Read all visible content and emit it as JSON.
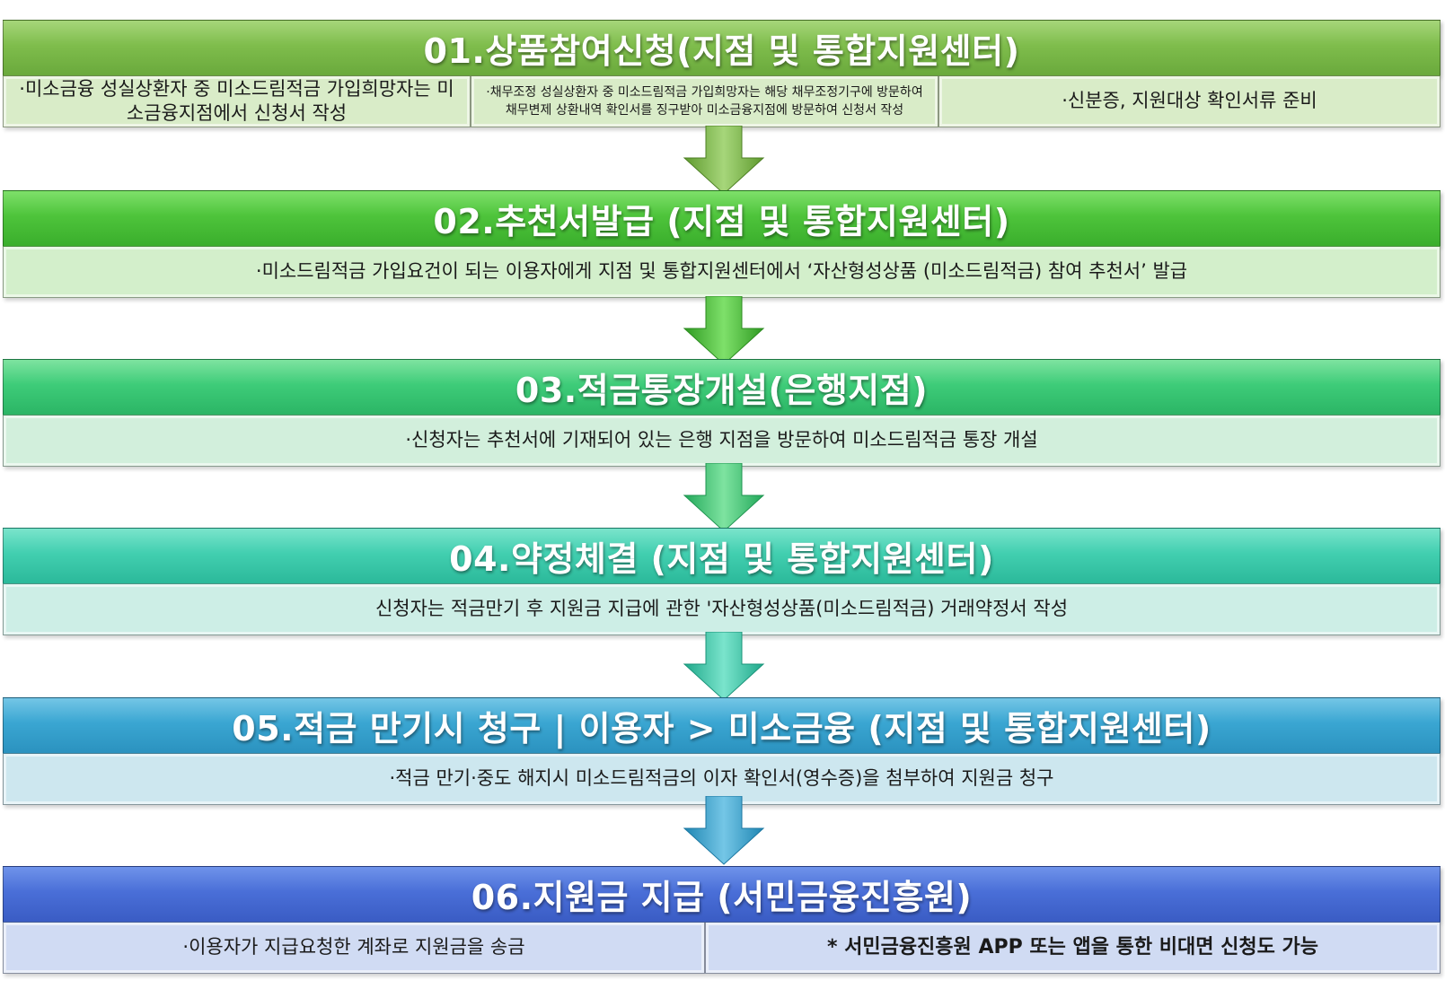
{
  "steps": [
    {
      "title": "01.상품참여신청(지점 및 통합지원센터)",
      "cells": [
        "·미소금융 성실상환자 중 미소드림적금 가입희망자는 미소금융지점에서 신청서 작성",
        "·채무조정 성실상환자 중 미소드림적금 가입희망자는 해당 채무조정기구에 방문하여 채무변제 상환내역 확인서를 징구받아 미소금융지점에 방문하여 신청서 작성",
        "·신분증, 지원대상 확인서류 준비"
      ]
    },
    {
      "title": "02.추천서발급 (지점 및 통합지원센터)",
      "cells": [
        "·미소드림적금 가입요건이 되는 이용자에게 지점 및 통합지원센터에서 ‘자산형성상품 (미소드림적금) 참여 추천서’ 발급"
      ]
    },
    {
      "title": "03.적금통장개설(은행지점)",
      "cells": [
        "·신청자는 추천서에 기재되어 있는 은행 지점을 방문하여 미소드림적금 통장 개설"
      ]
    },
    {
      "title": "04.약정체결 (지점 및 통합지원센터)",
      "cells": [
        "신청자는 적금만기 후 지원금 지급에 관한 '자산형성상품(미소드림적금) 거래약정서 작성"
      ]
    },
    {
      "title": "05.적금 만기시 청구 | 이용자 > 미소금융 (지점 및 통합지원센터)",
      "cells": [
        "·적금 만기·중도 해지시 미소드림적금의 이자 확인서(영수증)을 첨부하여 지원금 청구"
      ]
    },
    {
      "title": "06.지원금 지급 (서민금융진흥원)",
      "cells": [
        "·이용자가 지급요청한 계좌로 지원금을 송금",
        "* 서민금융진흥원 APP 또는 앱을 통한 비대면 신청도 가능"
      ]
    }
  ],
  "colors": {
    "step1": "#7fbd4c",
    "step2": "#4ec43b",
    "step3": "#3ecc79",
    "step4": "#42cfb0",
    "step5": "#3aa6d2",
    "step6": "#4a6fd8"
  }
}
